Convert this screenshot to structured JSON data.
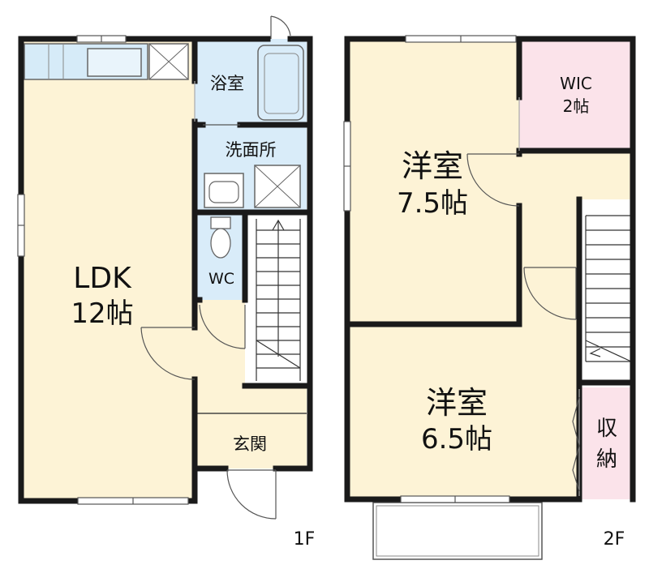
{
  "floor1": {
    "ldk_name": "LDK",
    "ldk_size": "12帖",
    "bath_label": "浴室",
    "washroom_label": "洗面所",
    "wc_label": "WC",
    "entrance_label": "玄関",
    "floor_label": "1F"
  },
  "floor2": {
    "room1_name": "洋室",
    "room1_size": "7.5帖",
    "room2_name": "洋室",
    "room2_size": "6.5帖",
    "wic_label": "WIC",
    "wic_size": "2帖",
    "storage_label_top": "収",
    "storage_label_bottom": "納",
    "floor_label": "2F"
  },
  "colors": {
    "room_fill": "#fdf3d6",
    "wet_fill": "#d9ecf9",
    "wic_fill": "#fbe3ea",
    "kitchen_fill": "#d6ebf8",
    "wall": "#1a1a1a"
  }
}
